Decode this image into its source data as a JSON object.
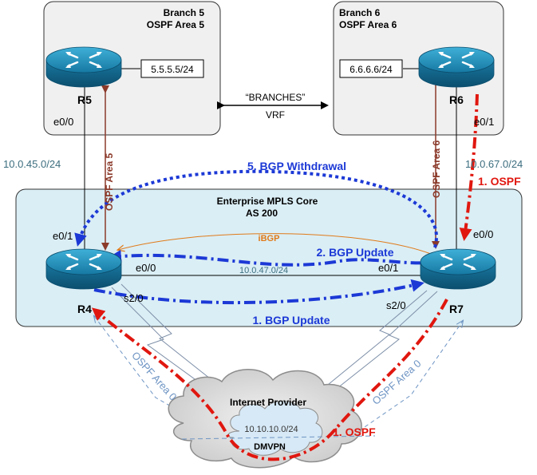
{
  "branch5": {
    "title": "Branch 5",
    "area": "OSPF Area 5",
    "router": "R5",
    "loopback": "5.5.5.5/24",
    "iface": "e0/0"
  },
  "branch6": {
    "title": "Branch 6",
    "area": "OSPF Area 6",
    "router": "R6",
    "loopback": "6.6.6.6/24",
    "iface": "e0/1"
  },
  "vrf": {
    "name": "“BRANCHES”",
    "label": "VRF"
  },
  "subnets": {
    "r4_r5": "10.0.45.0/24",
    "r6_r7": "10.0.67.0/24",
    "r4_r7": "10.0.47.0/24"
  },
  "core": {
    "title": "Enterprise MPLS Core",
    "as": "AS 200"
  },
  "r4": {
    "name": "R4",
    "e01": "e0/1",
    "e00": "e0/0",
    "s20": "s2/0"
  },
  "r7": {
    "name": "R7",
    "e00": "e0/0",
    "e01": "e0/1",
    "s20": "s2/0"
  },
  "links": {
    "ospf_area5": "OSPF Area 5",
    "ospf_area6": "OSPF Area 6",
    "ibgp": "iBGP",
    "ospf_area0_left": "OSPF Area 0",
    "ospf_area0_right": "OSPF Area 0"
  },
  "steps": {
    "ospf_top": "1. OSPF",
    "ospf_bottom": "1. OSPF",
    "bgp_update_1": "1. BGP Update",
    "bgp_update_2": "2. BGP Update",
    "bgp_withdrawal": "5. BGP Withdrawal"
  },
  "internet": {
    "title": "Internet Provider",
    "subnet": "10.10.10.0/24",
    "dmvpn": "DMVPN"
  },
  "colors": {
    "router": "#1a8db5",
    "core_fill": "#daeef5",
    "ospf_red": "#e0170f",
    "bgp_blue": "#1c39d6",
    "ibgp_orange": "#e07b1a",
    "ospf_link": "#8b3a2a"
  }
}
